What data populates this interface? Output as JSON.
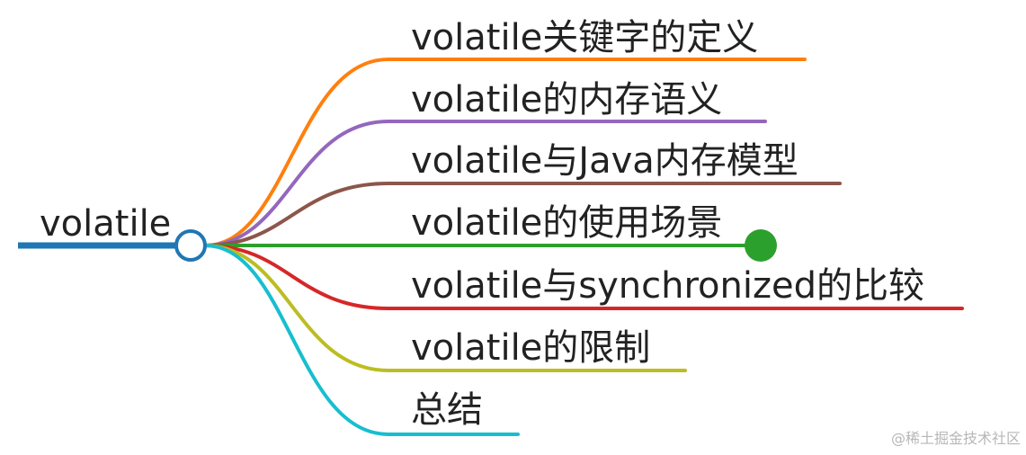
{
  "root": {
    "label": "volatile",
    "color": "#1f77b4"
  },
  "branches": [
    {
      "label": "volatile关键字的定义",
      "color": "#ff7f0e"
    },
    {
      "label": "volatile的内存语义",
      "color": "#9467bd"
    },
    {
      "label": "volatile与Java内存模型",
      "color": "#8c564b"
    },
    {
      "label": "volatile的使用场景",
      "color": "#2ca02c",
      "collapsed": true
    },
    {
      "label": "volatile与synchronized的比较",
      "color": "#d62728"
    },
    {
      "label": "volatile的限制",
      "color": "#bcbd22"
    },
    {
      "label": "总结",
      "color": "#17becf"
    }
  ],
  "watermark": "@稀土掘金技术社区"
}
